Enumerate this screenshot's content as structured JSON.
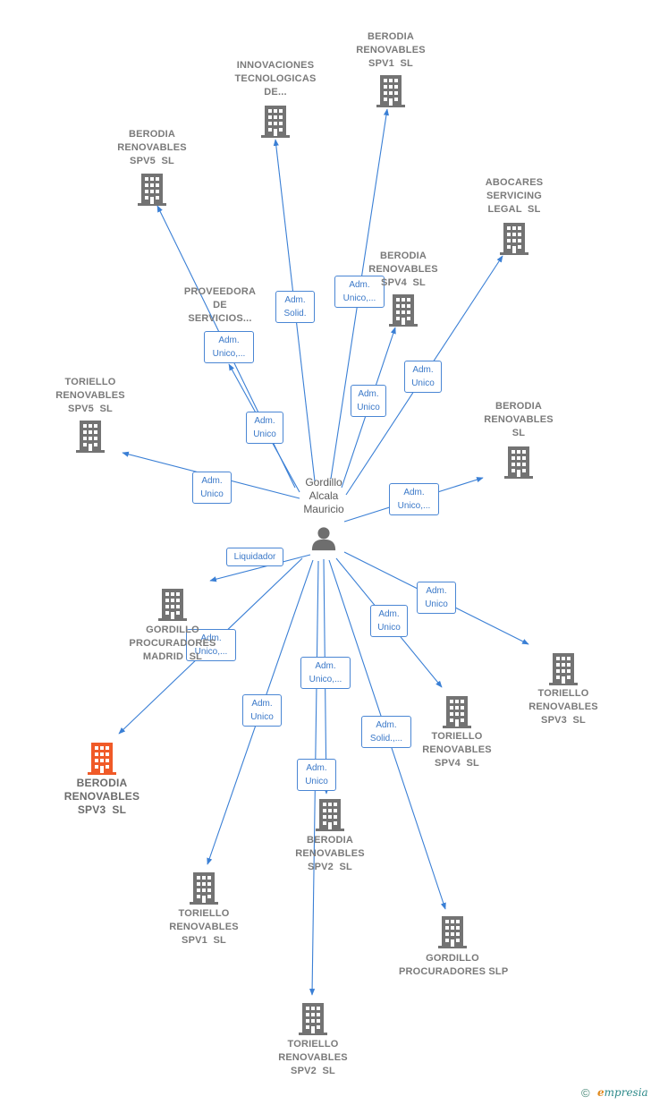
{
  "colors": {
    "edge": "#3a7fd5",
    "node": "#737373",
    "highlight": "#f05a28",
    "person": "#6e6e6e"
  },
  "center": {
    "name_lines": [
      "Gordillo",
      "Alcala",
      "Mauricio"
    ],
    "icon": "person-icon"
  },
  "companies": [
    {
      "id": "berodia-renovables-spv1",
      "lines": [
        "BERODIA",
        "RENOVABLES",
        "SPV1  SL"
      ]
    },
    {
      "id": "innovaciones-tecnologicas",
      "lines": [
        "INNOVACIONES",
        "TECNOLOGICAS",
        "DE..."
      ]
    },
    {
      "id": "berodia-renovables-spv5",
      "lines": [
        "BERODIA",
        "RENOVABLES",
        "SPV5  SL"
      ]
    },
    {
      "id": "abocares-servicing-legal",
      "lines": [
        "ABOCARES",
        "SERVICING",
        "LEGAL  SL"
      ]
    },
    {
      "id": "berodia-renovables-spv4",
      "lines": [
        "BERODIA",
        "RENOVABLES",
        "SPV4  SL"
      ]
    },
    {
      "id": "proveedora-de-servicios",
      "lines": [
        "PROVEEDORA",
        "DE",
        "SERVICIOS..."
      ]
    },
    {
      "id": "toriello-renovables-spv5",
      "lines": [
        "TORIELLO",
        "RENOVABLES",
        "SPV5  SL"
      ]
    },
    {
      "id": "berodia-renovables-sl",
      "lines": [
        "BERODIA",
        "RENOVABLES",
        "SL"
      ]
    },
    {
      "id": "gordillo-procuradores-madrid",
      "lines": [
        "GORDILLO",
        "PROCURADORES",
        "MADRID  SL"
      ]
    },
    {
      "id": "toriello-renovables-spv3",
      "lines": [
        "TORIELLO",
        "RENOVABLES",
        "SPV3  SL"
      ]
    },
    {
      "id": "toriello-renovables-spv4",
      "lines": [
        "TORIELLO",
        "RENOVABLES",
        "SPV4  SL"
      ]
    },
    {
      "id": "berodia-renovables-spv3",
      "lines": [
        "BERODIA",
        "RENOVABLES",
        "SPV3  SL"
      ],
      "highlight": true
    },
    {
      "id": "berodia-renovables-spv2",
      "lines": [
        "BERODIA",
        "RENOVABLES",
        "SPV2  SL"
      ]
    },
    {
      "id": "toriello-renovables-spv1",
      "lines": [
        "TORIELLO",
        "RENOVABLES",
        "SPV1  SL"
      ]
    },
    {
      "id": "gordillo-procuradores-slp",
      "lines": [
        "GORDILLO",
        "PROCURADORES SLP"
      ]
    },
    {
      "id": "toriello-renovables-spv2",
      "lines": [
        "TORIELLO",
        "RENOVABLES",
        "SPV2  SL"
      ]
    }
  ],
  "relations": [
    {
      "target": "berodia-renovables-spv1",
      "role_lines": [
        "Adm.",
        "Unico,..."
      ]
    },
    {
      "target": "innovaciones-tecnologicas",
      "role_lines": [
        "Adm.",
        "Solid."
      ]
    },
    {
      "target": "berodia-renovables-spv5",
      "role_lines": [
        "Adm.",
        "Unico,..."
      ]
    },
    {
      "target": "abocares-servicing-legal",
      "role_lines": [
        "Adm.",
        "Unico"
      ]
    },
    {
      "target": "berodia-renovables-spv4",
      "role_lines": [
        "Adm.",
        "Unico"
      ]
    },
    {
      "target": "proveedora-de-servicios",
      "role_lines": [
        "Adm.",
        "Unico"
      ]
    },
    {
      "target": "toriello-renovables-spv5",
      "role_lines": [
        "Adm.",
        "Unico"
      ]
    },
    {
      "target": "berodia-renovables-sl",
      "role_lines": [
        "Adm.",
        "Unico,..."
      ]
    },
    {
      "target": "gordillo-procuradores-madrid",
      "role_lines": [
        "Liquidador"
      ]
    },
    {
      "target": "toriello-renovables-spv3",
      "role_lines": [
        "Adm.",
        "Unico"
      ]
    },
    {
      "target": "toriello-renovables-spv4",
      "role_lines": [
        "Adm.",
        "Unico"
      ]
    },
    {
      "target": "berodia-renovables-spv3",
      "role_lines": [
        "Adm.",
        "Unico,..."
      ]
    },
    {
      "target": "berodia-renovables-spv2",
      "role_lines": [
        "Adm.",
        "Unico,..."
      ]
    },
    {
      "target": "toriello-renovables-spv1",
      "role_lines": [
        "Adm.",
        "Unico"
      ]
    },
    {
      "target": "gordillo-procuradores-slp",
      "role_lines": [
        "Adm.",
        "Solid.,..."
      ]
    },
    {
      "target": "toriello-renovables-spv2",
      "role_lines": [
        "Adm.",
        "Unico"
      ]
    }
  ],
  "footer": {
    "copyright": "©",
    "brand_first": "e",
    "brand_rest": "mpresia"
  }
}
